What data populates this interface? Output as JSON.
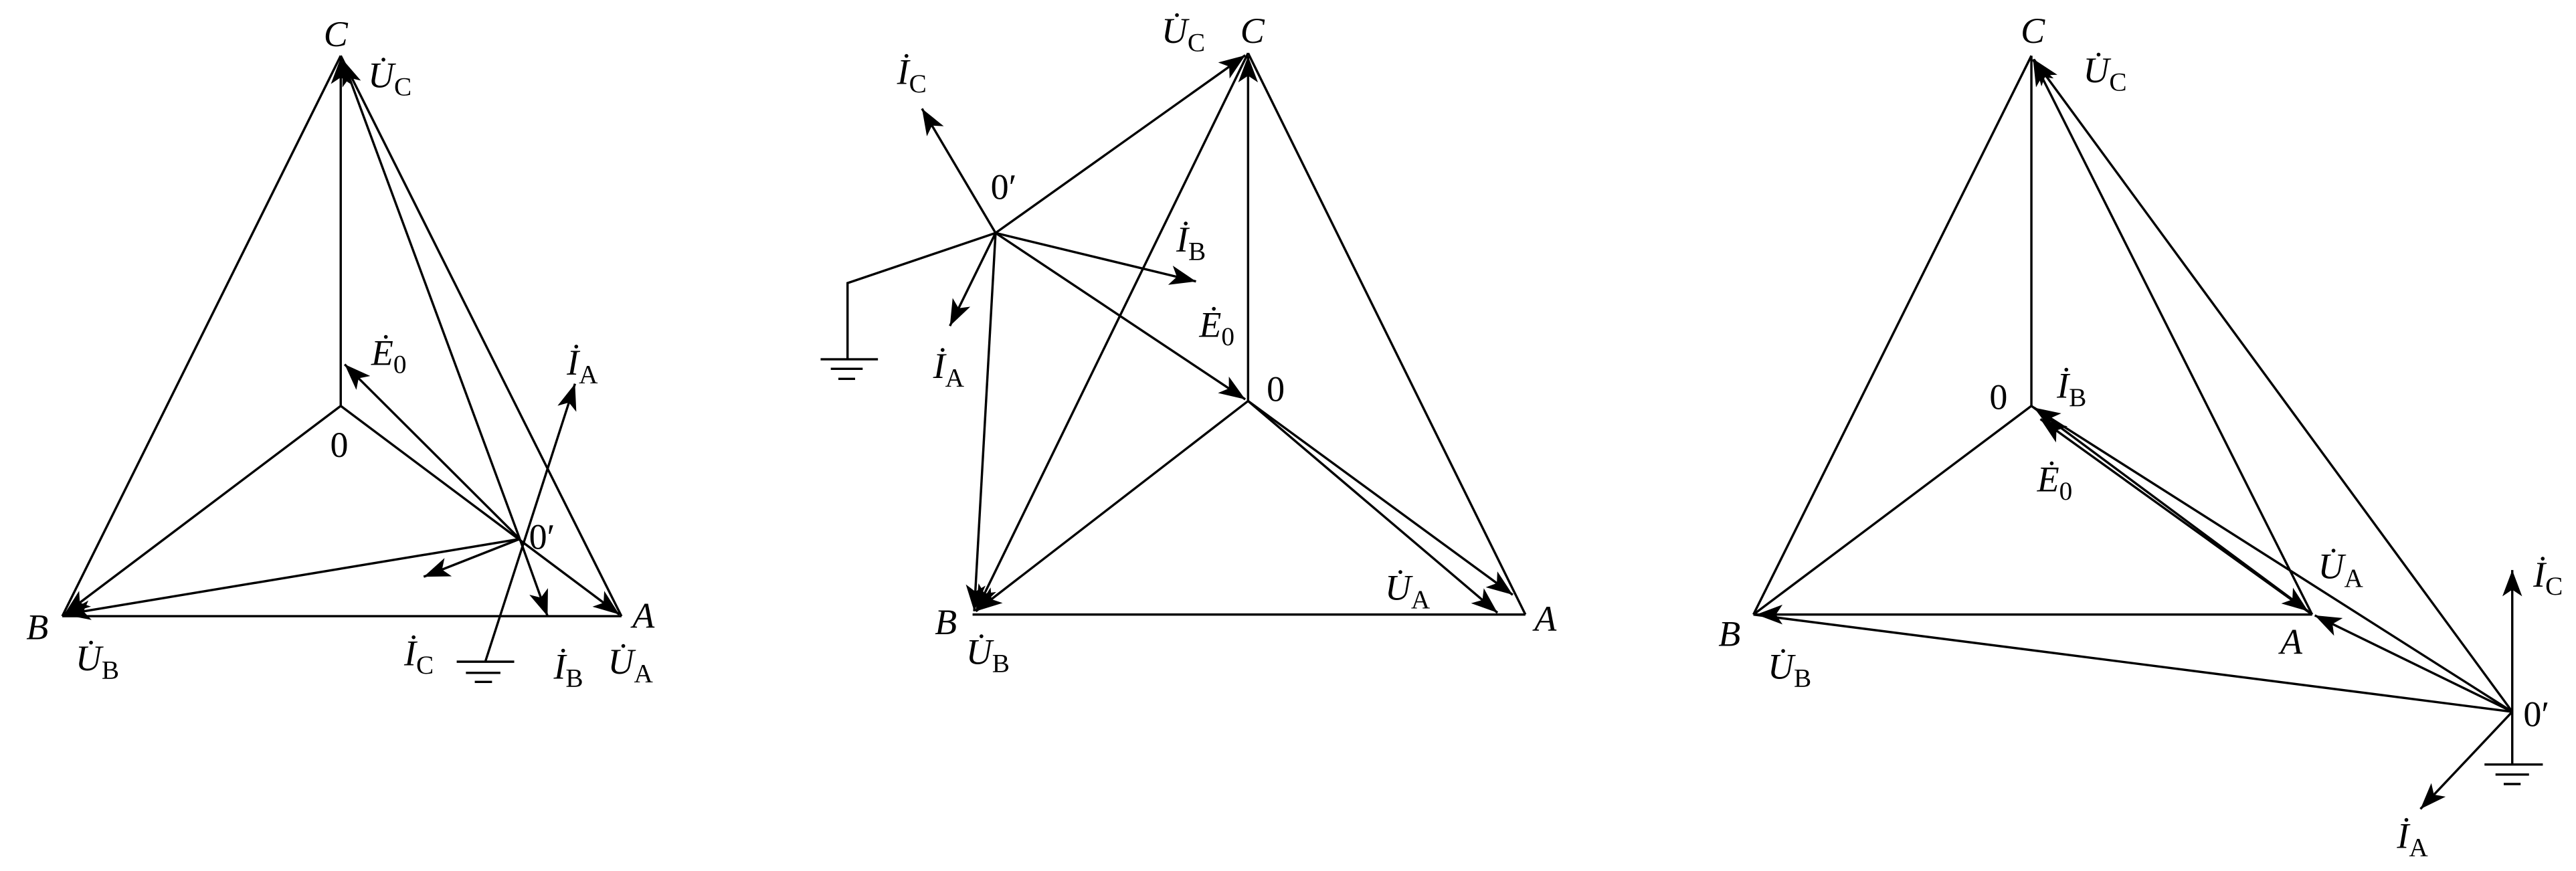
{
  "colors": {
    "stroke": "#000000",
    "background": "#ffffff"
  },
  "diagrams": [
    {
      "labels": {
        "C": "C",
        "B": "B",
        "A": "A",
        "O": "0",
        "Op": "0′",
        "Uc": {
          "base": "U̇",
          "sub": "C"
        },
        "Ub": {
          "base": "U̇",
          "sub": "B"
        },
        "Ua": {
          "base": "U̇",
          "sub": "A"
        },
        "Ia": {
          "base": "İ",
          "sub": "A"
        },
        "Ib": {
          "base": "İ",
          "sub": "B"
        },
        "Ic": {
          "base": "İ",
          "sub": "C"
        },
        "E0": {
          "base": "Ė",
          "sub": "0"
        }
      }
    },
    {
      "labels": {
        "C": "C",
        "B": "B",
        "A": "A",
        "O": "0",
        "Op": "0′",
        "Uc": {
          "base": "U̇",
          "sub": "C"
        },
        "Ub": {
          "base": "U̇",
          "sub": "B"
        },
        "Ua": {
          "base": "U̇",
          "sub": "A"
        },
        "Ia": {
          "base": "İ",
          "sub": "A"
        },
        "Ib": {
          "base": "İ",
          "sub": "B"
        },
        "Ic": {
          "base": "İ",
          "sub": "C"
        },
        "E0": {
          "base": "Ė",
          "sub": "0"
        }
      }
    },
    {
      "labels": {
        "C": "C",
        "B": "B",
        "A": "A",
        "O": "0",
        "Op": "0′",
        "Uc": {
          "base": "U̇",
          "sub": "C"
        },
        "Ub": {
          "base": "U̇",
          "sub": "B"
        },
        "Ua": {
          "base": "U̇",
          "sub": "A"
        },
        "Ia": {
          "base": "İ",
          "sub": "A"
        },
        "Ib": {
          "base": "İ",
          "sub": "B"
        },
        "Ic": {
          "base": "İ",
          "sub": "C"
        },
        "E0": {
          "base": "Ė",
          "sub": "0"
        }
      }
    }
  ]
}
